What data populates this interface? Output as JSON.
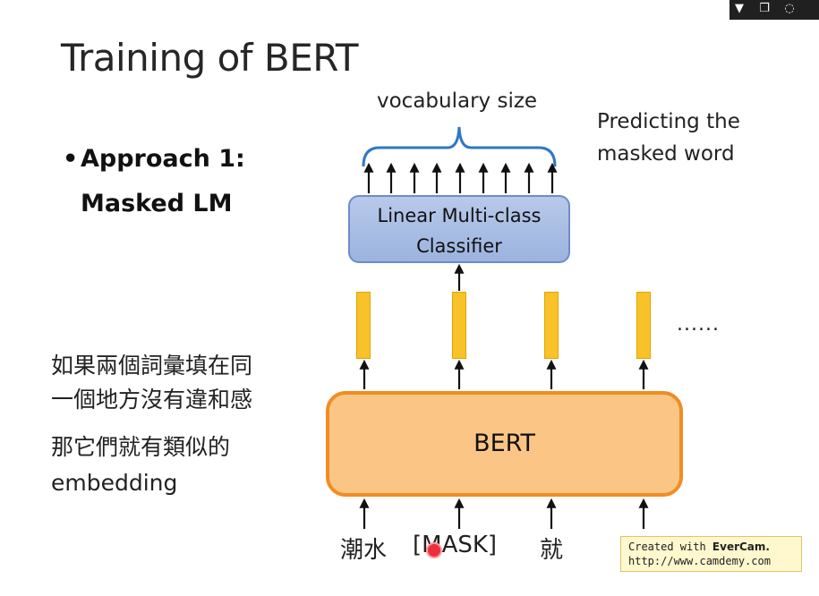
{
  "window": {
    "controls": [
      "collapse",
      "restore",
      "close"
    ]
  },
  "slide": {
    "title": "Training of BERT",
    "bullet_line1": "Approach 1:",
    "bullet_line2": "Masked LM",
    "bullet_symbol": "•",
    "note_line1": "如果兩個詞彙填在同",
    "note_line2": "一個地方沒有違和感",
    "note_line3": "那它們就有類似的",
    "note_line4": "embedding",
    "vocab_label": "vocabulary size",
    "predict_line1": "Predicting the",
    "predict_line2": "masked word",
    "classifier_line1": "Linear Multi-class",
    "classifier_line2": "Classifier",
    "bert_label": "BERT",
    "ellipsis": "......",
    "tokens": [
      "潮水",
      "[MASK]",
      "就"
    ],
    "colors": {
      "classifier_fill": "#a9bde4",
      "bert_fill": "#fbc685",
      "bert_border": "#f28c22",
      "vector_fill": "#f7c22a",
      "brace": "#2f78c4"
    }
  },
  "watermark": {
    "line1_prefix": "Created with ",
    "line1_brand": "EverCam.",
    "line2": "http://www.camdemy.com"
  }
}
